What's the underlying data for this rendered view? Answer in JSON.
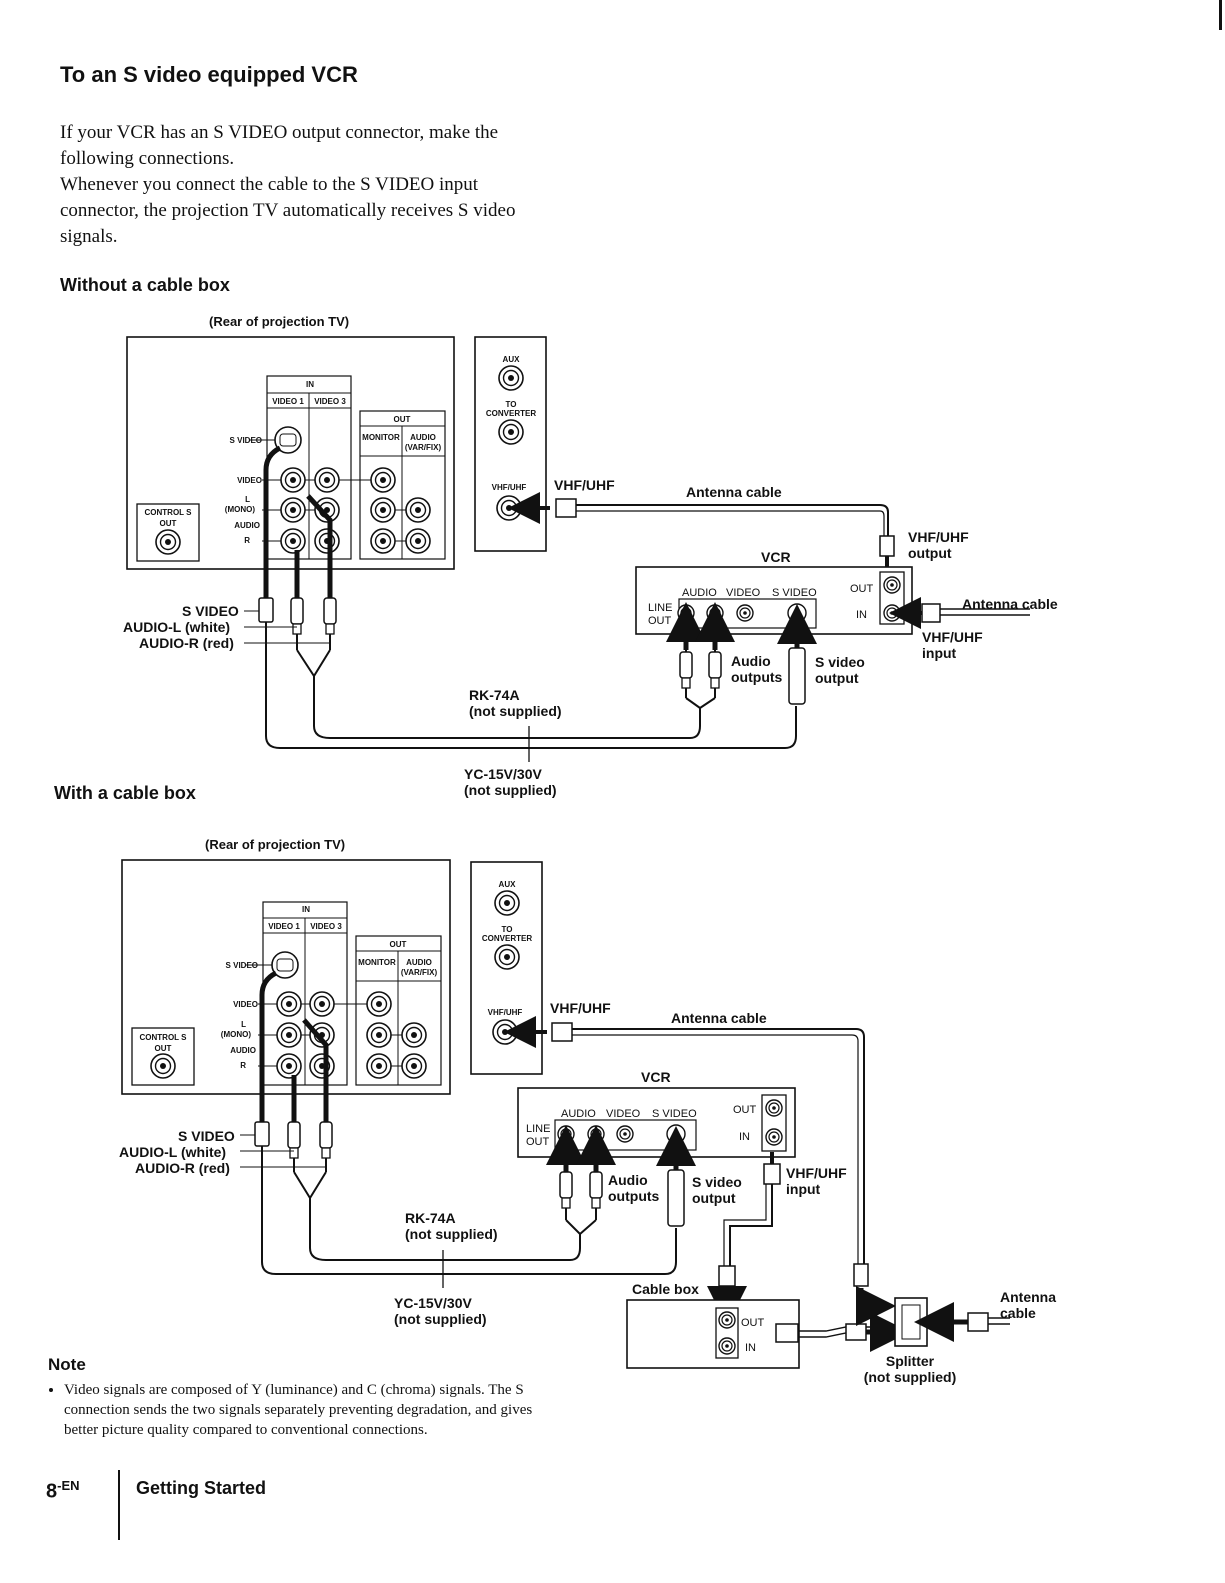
{
  "title": "To an S video equipped VCR",
  "intro": [
    "If your VCR has an S VIDEO output connector, make the following connections.",
    "Whenever you connect the cable to the S VIDEO input connector, the projection TV automatically receives S video signals."
  ],
  "sections": {
    "without": "Without a cable box",
    "with": "With a cable box"
  },
  "labels": {
    "rear_tv": "(Rear of projection TV)",
    "rear_tv2": "(Rear of projection TV)",
    "in": "IN",
    "video1": "VIDEO 1",
    "video3": "VIDEO 3",
    "out": "OUT",
    "monitor": "MONITOR",
    "audio_varfix_1": "AUDIO",
    "audio_varfix_2": "(VAR/FIX)",
    "svideo_small": "S VIDEO",
    "video_small": "VIDEO",
    "l_small": "L",
    "mono_small": "(MONO)",
    "audio_small": "AUDIO",
    "r_small": "R",
    "control_s": "CONTROL S",
    "control_out": "OUT",
    "aux": "AUX",
    "to": "TO",
    "converter": "CONVERTER",
    "vhfuhf_small": "VHF/UHF",
    "vhfuhf": "VHF/UHF",
    "antenna_cable": "Antenna cable",
    "vcr": "VCR",
    "vcr_audio": "AUDIO",
    "vcr_video": "VIDEO",
    "vcr_svideo": "S VIDEO",
    "line": "LINE",
    "line_out": "OUT",
    "vcr_out": "OUT",
    "vcr_in": "IN",
    "vhfuhf_output_1": "VHF/UHF",
    "vhfuhf_output_2": "output",
    "vhfuhf_input_1": "VHF/UHF",
    "vhfuhf_input_2": "input",
    "svideo_cable": "S VIDEO",
    "audio_l": "AUDIO-L (white)",
    "audio_r": "AUDIO-R (red)",
    "audio_outputs_1": "Audio",
    "audio_outputs_2": "outputs",
    "svideo_output_1": "S video",
    "svideo_output_2": "output",
    "rk74a": "RK-74A",
    "not_supplied": "(not supplied)",
    "yc15v": "YC-15V/30V",
    "cable_box": "Cable box",
    "splitter": "Splitter",
    "antenna_1": "Antenna",
    "antenna_2": "cable"
  },
  "note": {
    "title": "Note",
    "items": [
      "Video signals are composed of Y (luminance) and C (chroma) signals. The S connection sends the two signals separately preventing degradation, and gives better picture quality compared to conventional connections."
    ]
  },
  "footer": {
    "page": "8",
    "suffix": "-EN",
    "section": "Getting Started"
  }
}
